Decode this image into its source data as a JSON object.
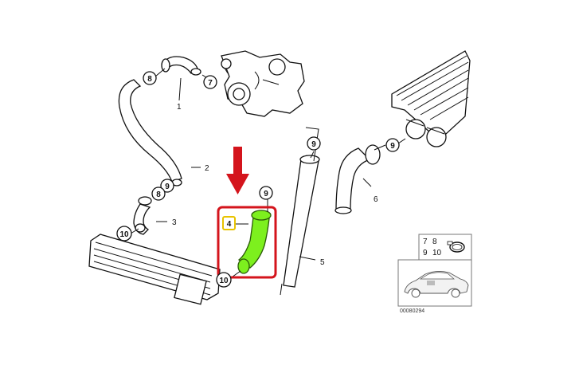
{
  "callouts": {
    "c1": "1",
    "c2": "2",
    "c3": "3",
    "c4": "4",
    "c5": "5",
    "c6": "6",
    "c7": "7",
    "c8a": "8",
    "c8b": "8",
    "c9a": "9",
    "c9b": "9",
    "c9c": "9",
    "c10a": "10",
    "c10b": "10"
  },
  "legend": {
    "r1a": "7",
    "r1b": "8",
    "r2a": "9",
    "r2b": "10"
  },
  "ref_code": "00080294",
  "colors": {
    "highlight_box": "#d4141c",
    "arrow": "#d4141c",
    "highlight_part": "#7df01e",
    "label_box": "#e8c300"
  }
}
